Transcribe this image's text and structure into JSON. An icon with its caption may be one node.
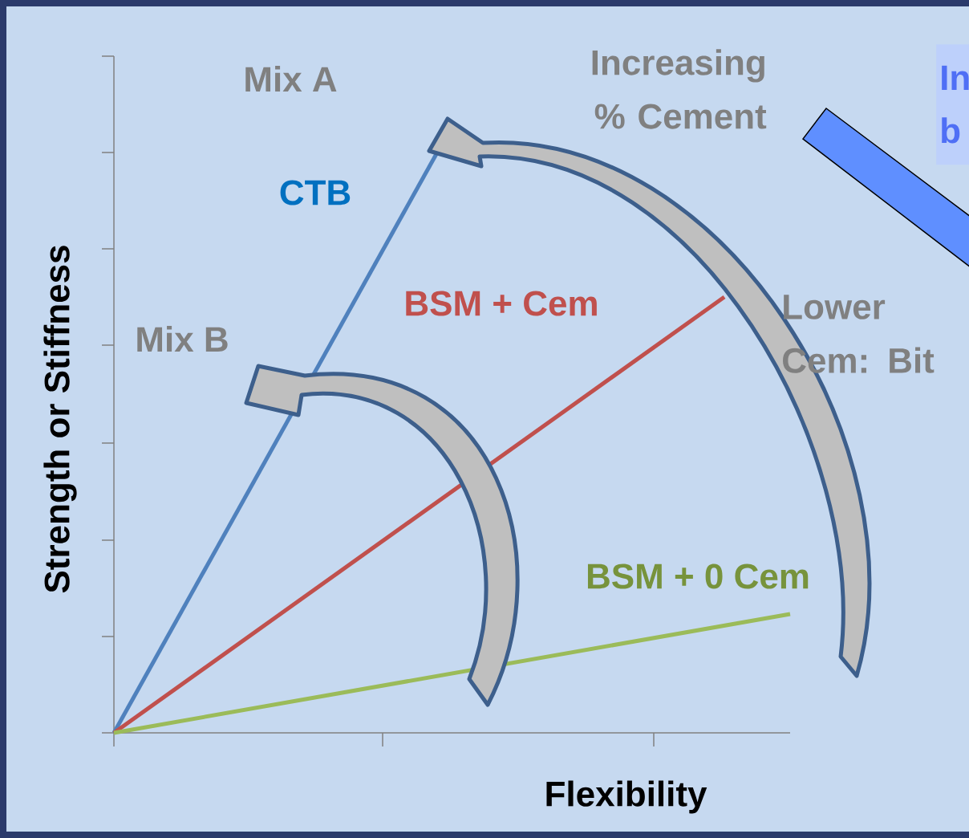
{
  "diagram": {
    "nodes": [
      {
        "text": [
          "In b"
        ]
      }
    ],
    "labels": [
      "Mix A",
      "Increasing % Cement",
      "CTB",
      "BSM + Cem",
      "Mix B",
      "Lower Cem: Bit",
      "BSM + 0 Cem",
      "Strength or Stiffness",
      "Flexibility"
    ]
  }
}
